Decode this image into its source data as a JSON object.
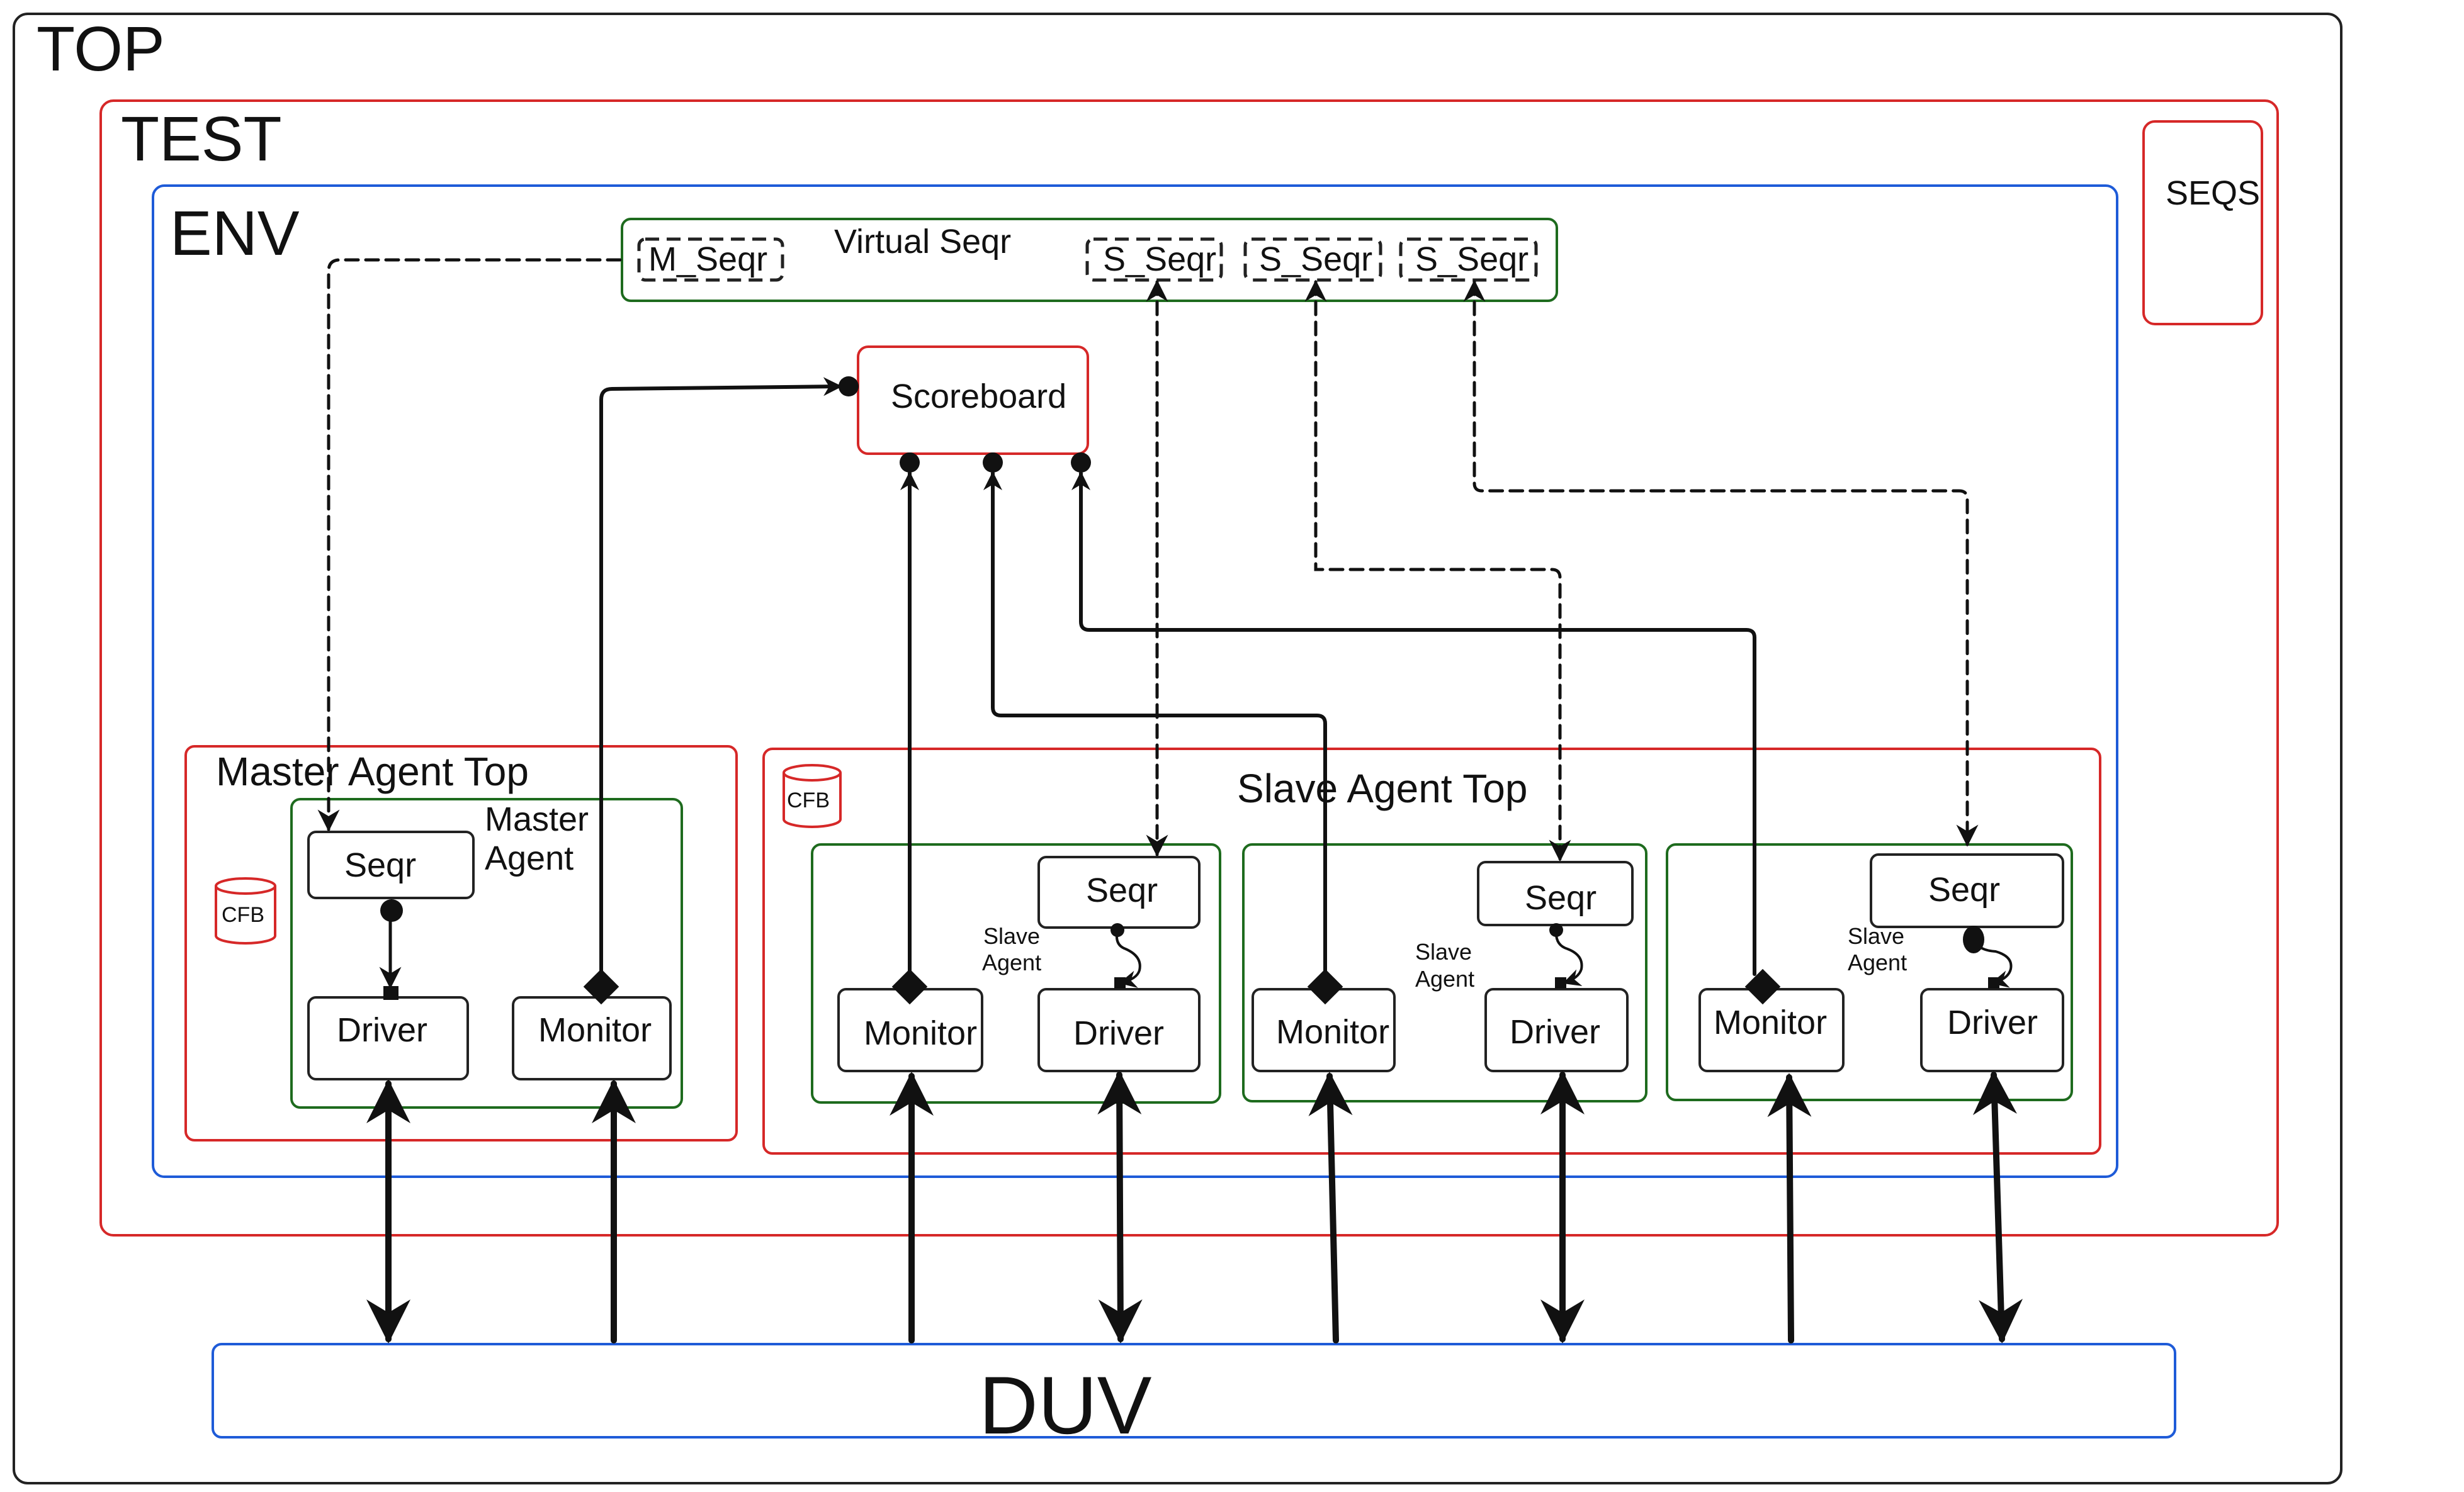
{
  "colors": {
    "top_border": "#222222",
    "test_border": "#d62828",
    "env_border": "#1e5bd8",
    "seqr_border": "#1e6b1e",
    "box_border": "#222222",
    "arrow": "#111111"
  },
  "labels": {
    "top": "TOP",
    "test": "TEST",
    "env": "ENV",
    "seqs": "SEQS",
    "virtual_seqr": "Virtual Seqr",
    "m_seqr": "M_Seqr",
    "s_seqr_1": "S_Seqr",
    "s_seqr_2": "S_Seqr",
    "s_seqr_3": "S_Seqr",
    "scoreboard": "Scoreboard",
    "master_agent_top": "Master Agent Top",
    "master_agent_line1": "Master",
    "master_agent_line2": "Agent",
    "master_cfb": "CFB",
    "master_seqr": "Seqr",
    "master_driver": "Driver",
    "master_monitor": "Monitor",
    "slave_agent_top": "Slave Agent Top",
    "slave_cfb": "CFB",
    "slave1_seqr": "Seqr",
    "slave1_driver": "Driver",
    "slave1_monitor": "Monitor",
    "slave1_agent_line1": "Slave",
    "slave1_agent_line2": "Agent",
    "slave2_seqr": "Seqr",
    "slave2_driver": "Driver",
    "slave2_monitor": "Monitor",
    "slave2_agent_line1": "Slave",
    "slave2_agent_line2": "Agent",
    "slave3_seqr": "Seqr",
    "slave3_driver": "Driver",
    "slave3_monitor": "Monitor",
    "slave3_agent_line1": "Slave",
    "slave3_agent_line2": "Agent",
    "duv": "DUV"
  }
}
